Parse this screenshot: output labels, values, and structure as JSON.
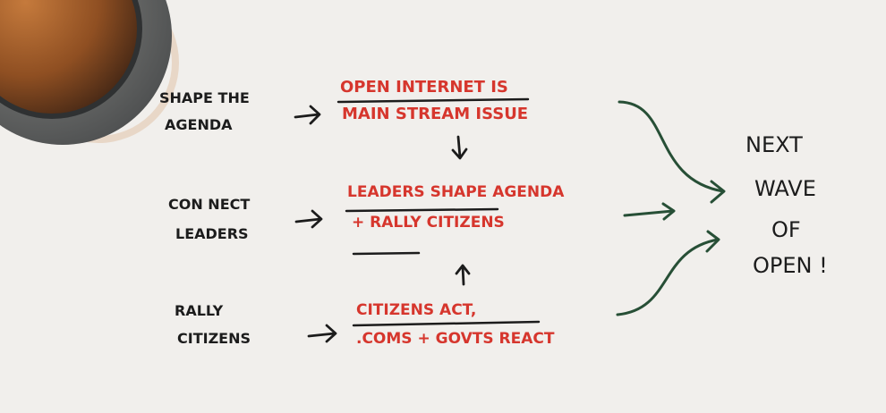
{
  "left_column": {
    "shape_agenda": [
      "SHAPE THE",
      "AGENDA"
    ],
    "connect_leaders": [
      "CON NECT",
      "LEADERS"
    ],
    "rally_citizens": [
      "RALLY",
      "CITIZENS"
    ]
  },
  "middle_column": {
    "top": [
      "OPEN INTERNET IS",
      "MAIN STREAM ISSUE"
    ],
    "middle": [
      "LEADERS SHAPE AGENDA",
      "+ RALLY CITIZENS"
    ],
    "bottom": [
      "CITIZENS ACT,",
      ".COMS + GOVTS REACT"
    ]
  },
  "result": [
    "NEXT",
    "WAVE",
    "OF",
    "OPEN !"
  ],
  "colors": {
    "ink_black": "#1c1c1c",
    "ink_red": "#d6362d",
    "ink_green": "#274f36",
    "paper": "#f1efec"
  }
}
